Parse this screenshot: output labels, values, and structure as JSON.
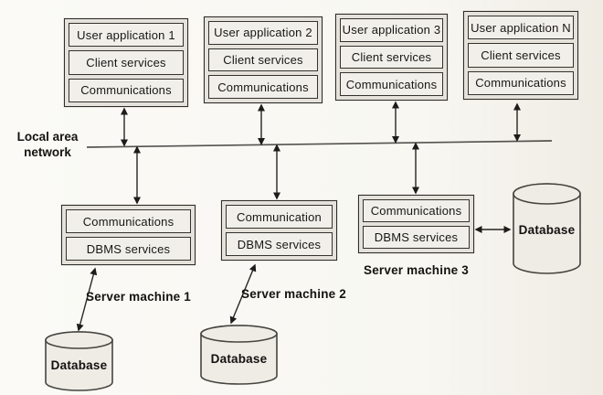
{
  "lan": {
    "label_line1": "Local area",
    "label_line2": "network"
  },
  "clients": [
    {
      "cells": [
        "User application 1",
        "Client services",
        "Communications"
      ]
    },
    {
      "cells": [
        "User application 2",
        "Client services",
        "Communications"
      ]
    },
    {
      "cells": [
        "User application 3",
        "Client services",
        "Communications"
      ]
    },
    {
      "cells": [
        "User application N",
        "Client services",
        "Communications"
      ]
    }
  ],
  "servers": [
    {
      "cells": [
        "Communications",
        "DBMS services"
      ],
      "label": "Server machine 1"
    },
    {
      "cells": [
        "Communication",
        "DBMS services"
      ],
      "label": "Server machine 2"
    },
    {
      "cells": [
        "Communications",
        "DBMS services"
      ],
      "label": "Server machine 3"
    }
  ],
  "databases": [
    {
      "label": "Database"
    },
    {
      "label": "Database"
    },
    {
      "label": "Database"
    }
  ],
  "colors": {
    "box_fill": "#e4e2da",
    "cell_fill": "#f1efe9",
    "cyl_fill": "#eeece5",
    "border": "#2e2d2b",
    "paper": "#f8f7f2"
  }
}
